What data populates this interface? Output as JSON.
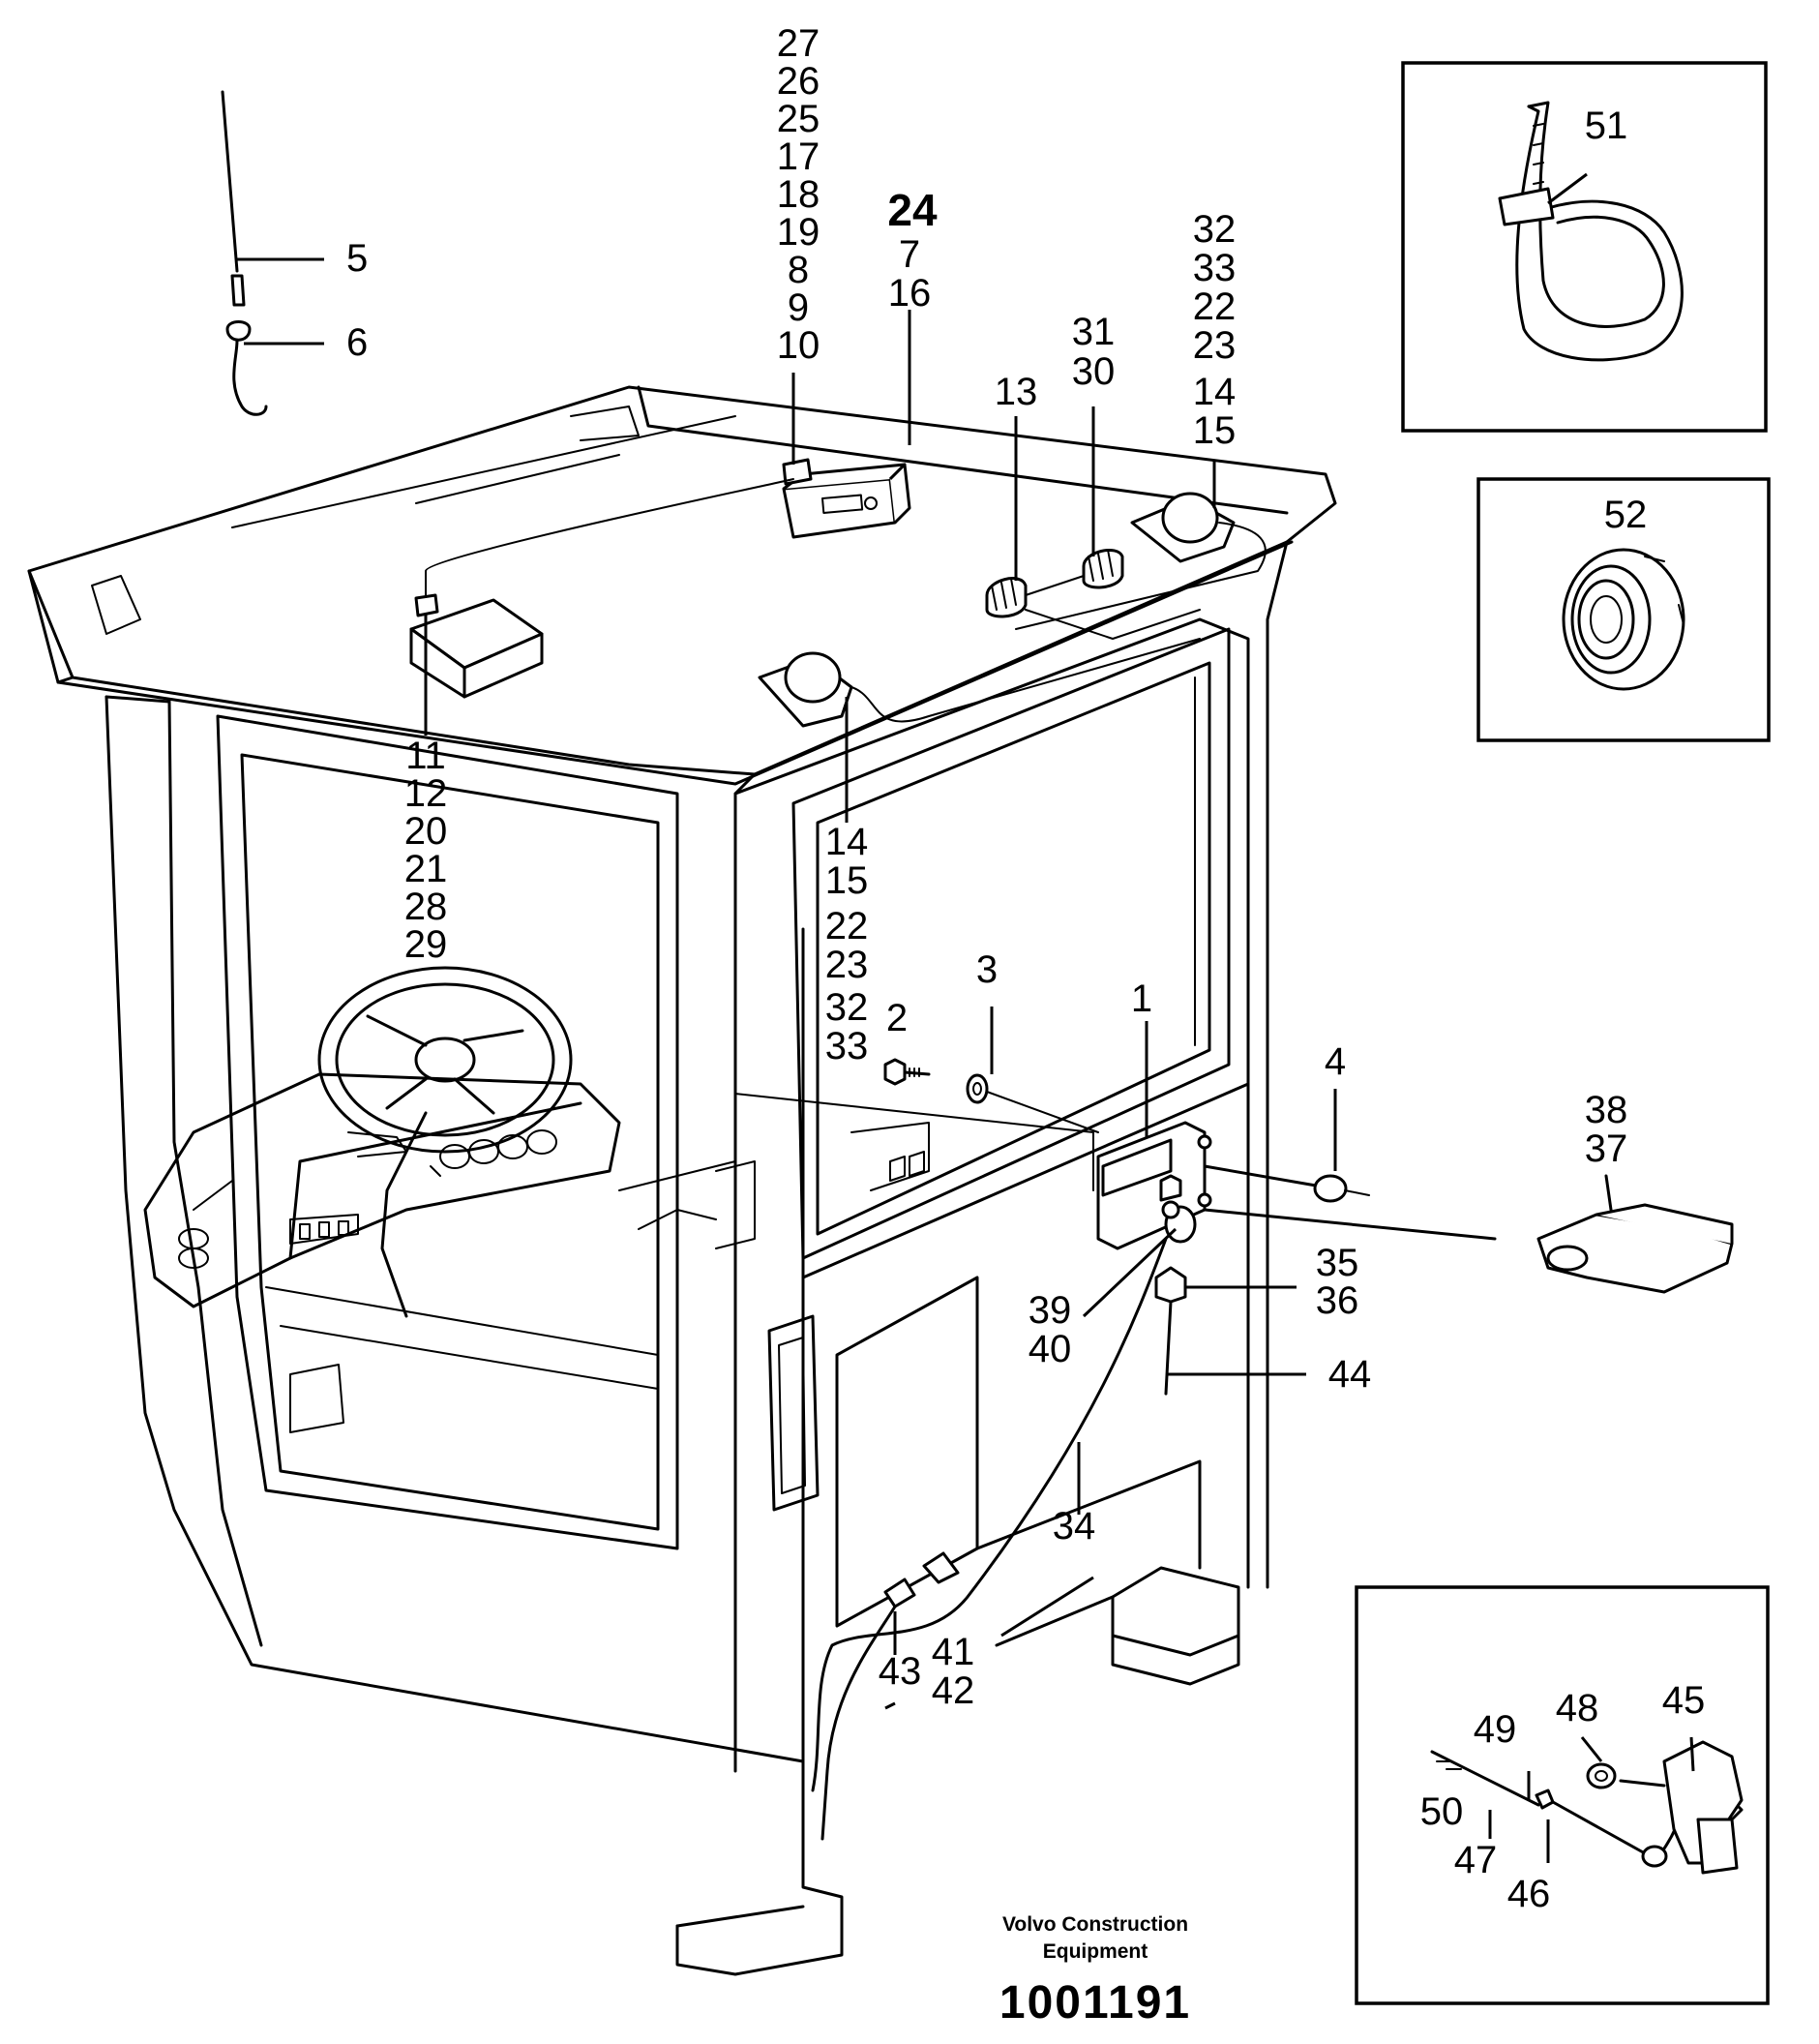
{
  "callouts": {
    "c1": "1",
    "c2": "2",
    "c3": "3",
    "c4": "4",
    "c5": "5",
    "c6": "6",
    "group_top_left": [
      "27",
      "26",
      "25",
      "17",
      "18",
      "19",
      "8",
      "9",
      "10"
    ],
    "group_top_mid": [
      "24",
      "7",
      "16"
    ],
    "group_right_top": [
      "32",
      "33",
      "22",
      "23",
      "14",
      "15"
    ],
    "group_31_30": [
      "31",
      "30"
    ],
    "c13": "13",
    "c15_top": "15",
    "group_left": [
      "11",
      "12",
      "20",
      "21",
      "28",
      "29"
    ],
    "group_center": [
      "14",
      "15",
      "22",
      "23",
      "32",
      "33"
    ],
    "group_38_37": [
      "38",
      "37"
    ],
    "group_35_36": [
      "35",
      "36"
    ],
    "group_39_40": [
      "39",
      "40"
    ],
    "c44": "44",
    "c34": "34",
    "group_41_42": [
      "41",
      "42"
    ],
    "c43": "43",
    "c51": "51",
    "c52": "52",
    "c45": "45",
    "c46": "46",
    "c47": "47",
    "c48": "48",
    "c49": "49",
    "c50": "50"
  },
  "footer": {
    "company_line1": "Volvo Construction",
    "company_line2": "Equipment",
    "drawing_number": "1001191"
  }
}
